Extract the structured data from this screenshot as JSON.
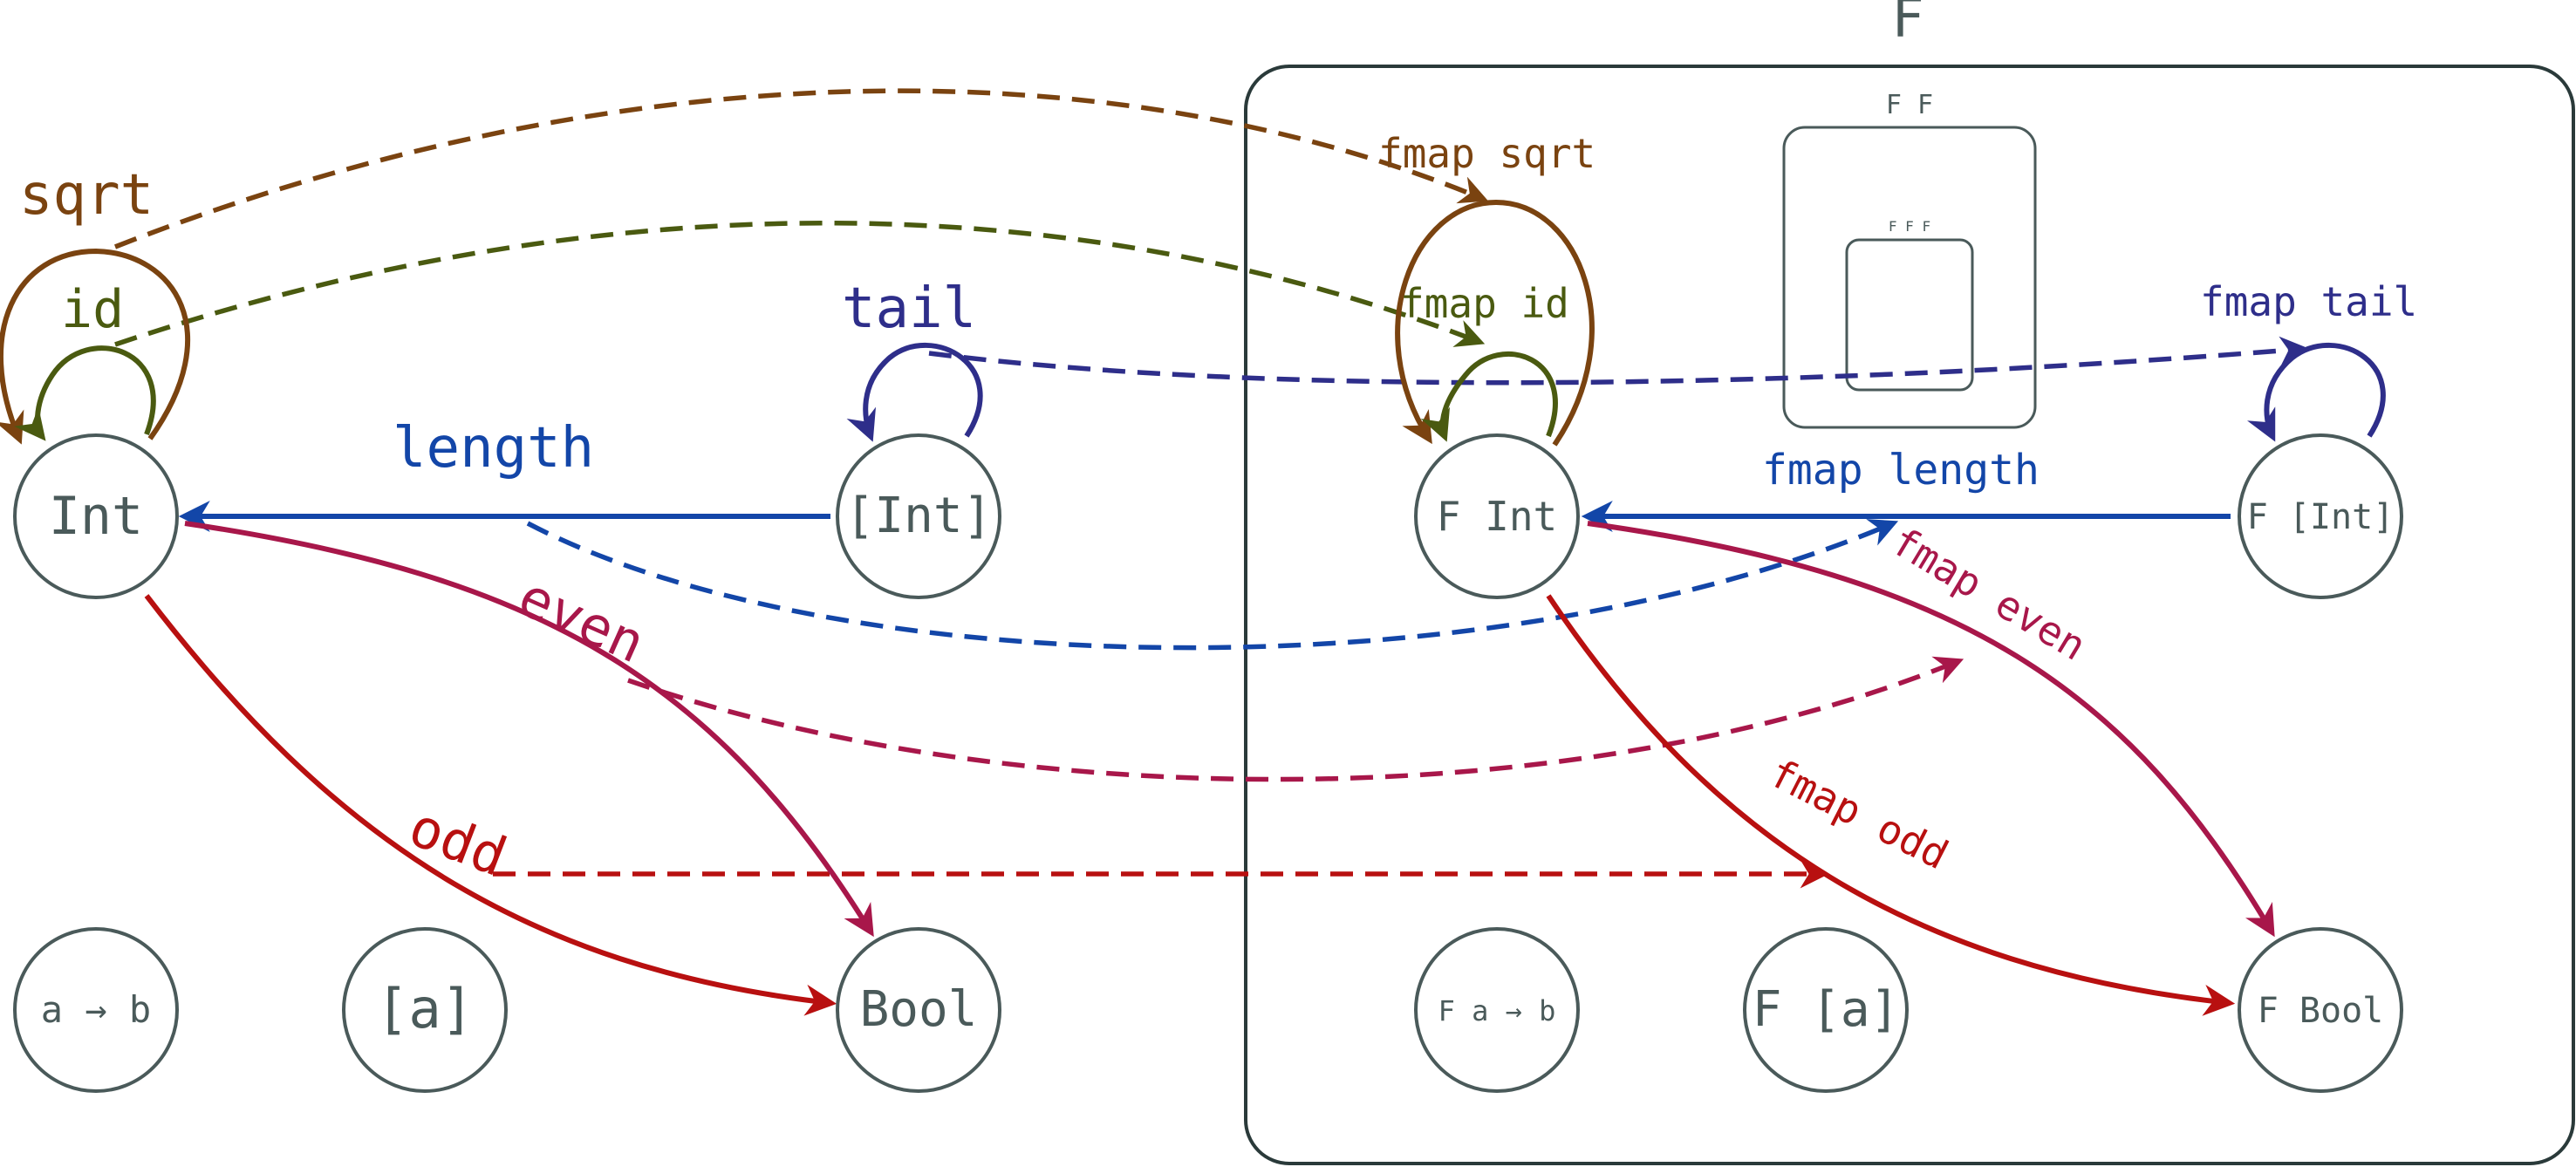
{
  "colors": {
    "node_stroke": "#4a5a5a",
    "text": "#4a5a5a",
    "frame": "#2a3a3a",
    "sqrt": "#7a4310",
    "id": "#4a5a10",
    "tail": "#2e2e8a",
    "length": "#1346a8",
    "even": "#a8174a",
    "odd": "#b81010"
  },
  "functor_box": {
    "label": "F"
  },
  "inner_box_ff": {
    "label": "F F"
  },
  "inner_box_fff": {
    "label": "F F F"
  },
  "left_nodes": {
    "int": "Int",
    "list_int": "[Int]",
    "bool": "Bool",
    "a_to_b": "a → b",
    "list_a": "[a]"
  },
  "right_nodes": {
    "f_int": "F Int",
    "f_list_int": "F [Int]",
    "f_bool": "F Bool",
    "f_a_to_b": "F a → b",
    "f_list_a": "F [a]"
  },
  "arrows": {
    "sqrt": "sqrt",
    "id": "id",
    "tail": "tail",
    "length": "length",
    "even": "even",
    "odd": "odd",
    "fmap_sqrt": "fmap sqrt",
    "fmap_id": "fmap id",
    "fmap_tail": "fmap tail",
    "fmap_length": "fmap length",
    "fmap_even": "fmap even",
    "fmap_odd": "fmap odd"
  }
}
